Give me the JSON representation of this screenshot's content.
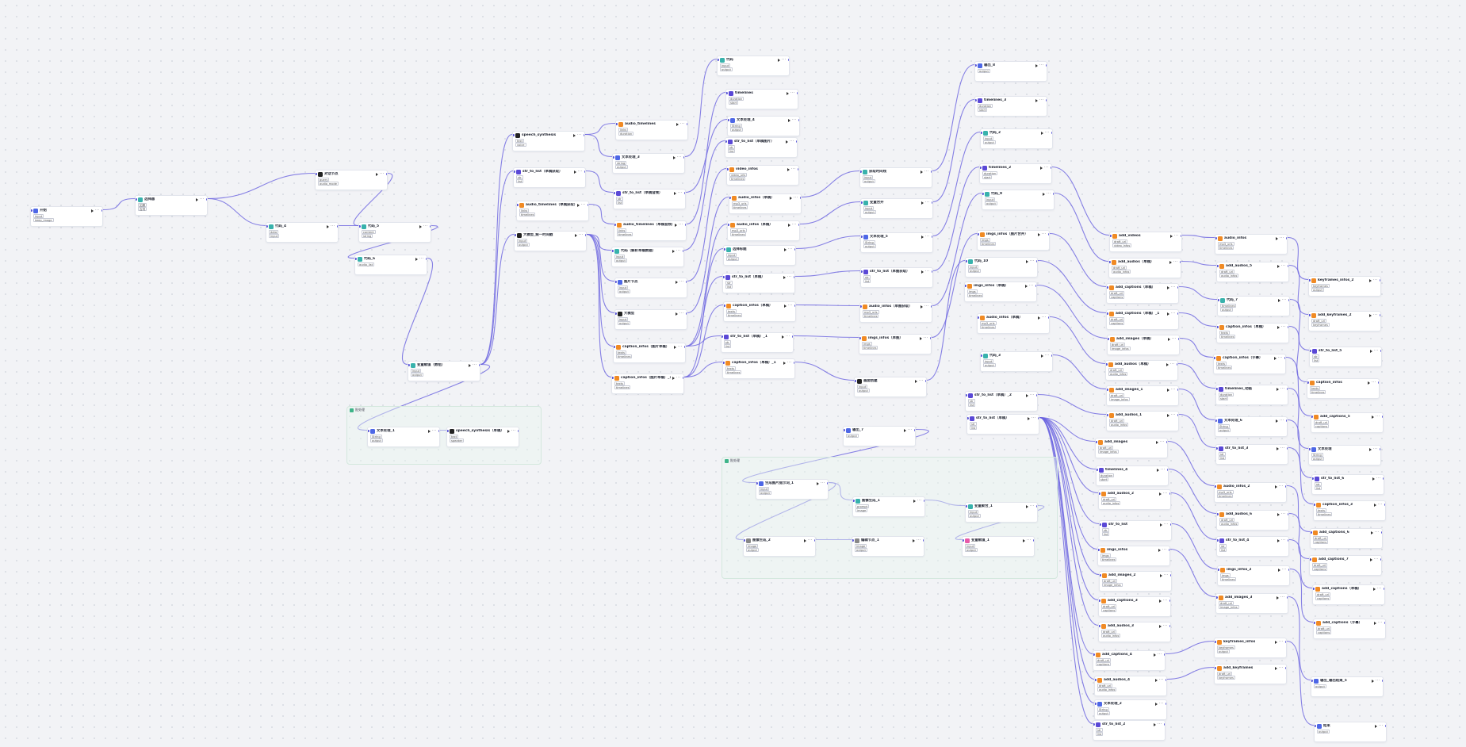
{
  "canvas": {
    "title": "workflow canvas"
  },
  "groups": [
    {
      "label": "批处理"
    },
    {
      "label": "批处理"
    }
  ],
  "nodes": [
    {
      "title": "开始",
      "icon": "blue",
      "rows": [
        "input",
        "keep_image"
      ]
    },
    {
      "title": "选择器",
      "icon": "teal",
      "rows": [
        "如果",
        "否则"
      ]
    },
    {
      "title": "对话节点",
      "icon": "black",
      "rows": [
        "query",
        "audio_mode"
      ]
    },
    {
      "title": "代码_4",
      "icon": "teal",
      "rows": [
        "data",
        "input"
      ]
    },
    {
      "title": "代码_5",
      "icon": "teal",
      "rows": [
        "content",
        "string"
      ]
    },
    {
      "title": "代码_6",
      "icon": "teal",
      "rows": [
        "audio_list"
      ]
    },
    {
      "title": "变量赋值（数组）",
      "icon": "teal",
      "rows": [
        "input",
        "output"
      ]
    },
    {
      "title": "文本处理_1",
      "icon": "blue",
      "rows": [
        "String",
        "output"
      ]
    },
    {
      "title": "speech_synthesis",
      "icon": "black",
      "rows": [
        "text",
        "voice"
      ]
    },
    {
      "title": "speech_synthesis（草稿）",
      "icon": "black",
      "rows": [
        "text",
        "speaker"
      ]
    },
    {
      "title": "str_to_list（草稿获取）",
      "icon": "indigo",
      "rows": [
        "str",
        "list"
      ]
    },
    {
      "title": "audio_timelines（草稿获取）",
      "icon": "orange",
      "rows": [
        "links",
        "timelines"
      ]
    },
    {
      "title": "大模型_统一时间戳",
      "icon": "black",
      "rows": [
        "input",
        "output"
      ]
    },
    {
      "title": "audio_timelines",
      "icon": "orange",
      "rows": [
        "links",
        "duration"
      ]
    },
    {
      "title": "文本处理_3",
      "icon": "blue",
      "rows": [
        "string",
        "output"
      ]
    },
    {
      "title": "str_to_list（草稿音频）",
      "icon": "indigo",
      "rows": [
        "str",
        "list"
      ]
    },
    {
      "title": "audio_timelines（草稿音频）",
      "icon": "orange",
      "rows": [
        "links",
        "timelines"
      ]
    },
    {
      "title": "代码（解析草稿数据）",
      "icon": "teal",
      "rows": [
        "input",
        "output"
      ]
    },
    {
      "title": "图片节点",
      "icon": "blue",
      "rows": [
        "input",
        "output"
      ]
    },
    {
      "title": "大模型",
      "icon": "black",
      "rows": [
        "input",
        "output"
      ]
    },
    {
      "title": "caption_infos（图片草稿）",
      "icon": "orange",
      "rows": [
        "texts",
        "timelines"
      ]
    },
    {
      "title": "caption_infos（图片草稿）_1",
      "icon": "orange",
      "rows": [
        "texts",
        "timelines"
      ]
    },
    {
      "title": "代码",
      "icon": "teal",
      "rows": [
        "input",
        "output"
      ]
    },
    {
      "title": "timelines",
      "icon": "indigo",
      "rows": [
        "duration",
        "start"
      ]
    },
    {
      "title": "文本处理_4",
      "icon": "blue",
      "rows": [
        "String",
        "output"
      ]
    },
    {
      "title": "str_to_list（草稿图片）",
      "icon": "indigo",
      "rows": [
        "str",
        "list"
      ]
    },
    {
      "title": "video_infos",
      "icon": "orange",
      "rows": [
        "video_urls",
        "timelines"
      ]
    },
    {
      "title": "audio_infos（草稿）",
      "icon": "orange",
      "rows": [
        "mp3_urls",
        "timelines"
      ]
    },
    {
      "title": "audio_infos（草稿）",
      "icon": "orange",
      "rows": [
        "mp3_urls",
        "timelines"
      ]
    },
    {
      "title": "选择标题",
      "icon": "teal",
      "rows": [
        "input",
        "output"
      ]
    },
    {
      "title": "str_to_list（草稿）",
      "icon": "indigo",
      "rows": [
        "str",
        "list"
      ]
    },
    {
      "title": "caption_infos（草稿）",
      "icon": "orange",
      "rows": [
        "texts",
        "timelines"
      ]
    },
    {
      "title": "str_to_list（草稿）_1",
      "icon": "indigo",
      "rows": [
        "str",
        "list"
      ]
    },
    {
      "title": "caption_infos（草稿）_1",
      "icon": "orange",
      "rows": [
        "texts",
        "timelines"
      ]
    },
    {
      "title": "获取时间线",
      "icon": "teal",
      "rows": [
        "input",
        "output"
      ]
    },
    {
      "title": "变量合并",
      "icon": "teal",
      "rows": [
        "input",
        "output"
      ]
    },
    {
      "title": "文本处理_5",
      "icon": "blue",
      "rows": [
        "String",
        "output"
      ]
    },
    {
      "title": "str_to_list（草图获取）",
      "icon": "indigo",
      "rows": [
        "str",
        "list"
      ]
    },
    {
      "title": "audio_infos（草图获取）",
      "icon": "orange",
      "rows": [
        "mp3_urls",
        "timelines"
      ]
    },
    {
      "title": "imgs_infos（草图）",
      "icon": "orange",
      "rows": [
        "imgs",
        "timelines"
      ]
    },
    {
      "title": "画面创建",
      "icon": "black",
      "rows": [
        "input",
        "output"
      ]
    },
    {
      "title": "输出_7",
      "icon": "blue",
      "rows": [
        "output"
      ]
    },
    {
      "title": "输出_8",
      "icon": "blue",
      "rows": [
        "output"
      ]
    },
    {
      "title": "timelines_3",
      "icon": "indigo",
      "rows": [
        "duration",
        "start"
      ]
    },
    {
      "title": "代码_2",
      "icon": "teal",
      "rows": [
        "input",
        "output"
      ]
    },
    {
      "title": "timelines_2",
      "icon": "indigo",
      "rows": [
        "duration",
        "start"
      ]
    },
    {
      "title": "代码_9",
      "icon": "teal",
      "rows": [
        "input",
        "output"
      ]
    },
    {
      "title": "imgs_infos（图片合并）",
      "icon": "orange",
      "rows": [
        "imgs",
        "timelines"
      ]
    },
    {
      "title": "代码_10",
      "icon": "teal",
      "rows": [
        "input",
        "output"
      ]
    },
    {
      "title": "imgs_infos（草稿）",
      "icon": "orange",
      "rows": [
        "imgs",
        "timelines"
      ]
    },
    {
      "title": "audio_infos（草稿）",
      "icon": "orange",
      "rows": [
        "mp3_urls",
        "timelines"
      ]
    },
    {
      "title": "代码_3",
      "icon": "teal",
      "rows": [
        "input",
        "output"
      ]
    },
    {
      "title": "str_to_list（草稿）_2",
      "icon": "indigo",
      "rows": [
        "str",
        "list"
      ]
    },
    {
      "title": "str_to_list（草稿）",
      "icon": "indigo",
      "rows": [
        "str",
        "list"
      ]
    },
    {
      "title": "add_videos",
      "icon": "orange",
      "rows": [
        "draft_url",
        "video_infos"
      ]
    },
    {
      "title": "add_audios（草稿）",
      "icon": "orange",
      "rows": [
        "draft_url",
        "audio_infos"
      ]
    },
    {
      "title": "add_captions（草稿）",
      "icon": "orange",
      "rows": [
        "draft_url",
        "captions"
      ]
    },
    {
      "title": "add_captions（草稿）_1",
      "icon": "orange",
      "rows": [
        "draft_url",
        "captions"
      ]
    },
    {
      "title": "add_images（草稿）",
      "icon": "orange",
      "rows": [
        "draft_url",
        "image_infos"
      ]
    },
    {
      "title": "add_audios（草稿）",
      "icon": "orange",
      "rows": [
        "draft_url",
        "audio_infos"
      ]
    },
    {
      "title": "add_images_1",
      "icon": "orange",
      "rows": [
        "draft_url",
        "image_infos"
      ]
    },
    {
      "title": "add_audios_1",
      "icon": "orange",
      "rows": [
        "draft_url",
        "audio_infos"
      ]
    },
    {
      "title": "add_images",
      "icon": "orange",
      "rows": [
        "draft_url",
        "image_infos"
      ]
    },
    {
      "title": "timelines_4",
      "icon": "indigo",
      "rows": [
        "duration",
        "start"
      ]
    },
    {
      "title": "add_audios_2",
      "icon": "orange",
      "rows": [
        "draft_url",
        "audio_infos"
      ]
    },
    {
      "title": "str_to_list",
      "icon": "indigo",
      "rows": [
        "str",
        "list"
      ]
    },
    {
      "title": "imgs_infos",
      "icon": "orange",
      "rows": [
        "imgs",
        "timelines"
      ]
    },
    {
      "title": "add_images_2",
      "icon": "orange",
      "rows": [
        "draft_url",
        "image_infos"
      ]
    },
    {
      "title": "add_captions_3",
      "icon": "orange",
      "rows": [
        "draft_url",
        "captions"
      ]
    },
    {
      "title": "add_audios_3",
      "icon": "orange",
      "rows": [
        "draft_url",
        "audio_infos"
      ]
    },
    {
      "title": "add_captions_4",
      "icon": "orange",
      "rows": [
        "draft_url",
        "captions"
      ]
    },
    {
      "title": "add_audios_4",
      "icon": "orange",
      "rows": [
        "draft_url",
        "audio_infos"
      ]
    },
    {
      "title": "文本处理_2",
      "icon": "blue",
      "rows": [
        "String",
        "output"
      ]
    },
    {
      "title": "str_to_list_2",
      "icon": "indigo",
      "rows": [
        "str",
        "list"
      ]
    },
    {
      "title": "audio_infos",
      "icon": "orange",
      "rows": [
        "mp3_urls",
        "timelines"
      ]
    },
    {
      "title": "add_audios_5",
      "icon": "orange",
      "rows": [
        "draft_url",
        "audio_infos"
      ]
    },
    {
      "title": "代码_7",
      "icon": "teal",
      "rows": [
        "timelines",
        "output"
      ]
    },
    {
      "title": "caption_infos（草稿）",
      "icon": "orange",
      "rows": [
        "texts",
        "timelines"
      ]
    },
    {
      "title": "caption_infos（字幕）",
      "icon": "orange",
      "rows": [
        "texts",
        "timelines"
      ]
    },
    {
      "title": "timelines_动画",
      "icon": "indigo",
      "rows": [
        "duration",
        "start"
      ]
    },
    {
      "title": "文本处理_6",
      "icon": "blue",
      "rows": [
        "String",
        "output"
      ]
    },
    {
      "title": "str_to_list_3",
      "icon": "indigo",
      "rows": [
        "str",
        "list"
      ]
    },
    {
      "title": "audio_infos_2",
      "icon": "orange",
      "rows": [
        "mp3_urls",
        "timelines"
      ]
    },
    {
      "title": "add_audios_6",
      "icon": "orange",
      "rows": [
        "draft_url",
        "audio_infos"
      ]
    },
    {
      "title": "str_to_list_4",
      "icon": "indigo",
      "rows": [
        "str",
        "list"
      ]
    },
    {
      "title": "imgs_infos_2",
      "icon": "orange",
      "rows": [
        "imgs",
        "timelines"
      ]
    },
    {
      "title": "add_images_3",
      "icon": "orange",
      "rows": [
        "draft_url",
        "image_infos"
      ]
    },
    {
      "title": "keyframes_infos",
      "icon": "orange",
      "rows": [
        "keyframes",
        "output"
      ]
    },
    {
      "title": "add_keyframes",
      "icon": "orange",
      "rows": [
        "draft_url",
        "keyframes"
      ]
    },
    {
      "title": "keyframes_infos_2",
      "icon": "orange",
      "rows": [
        "keyframes",
        "output"
      ]
    },
    {
      "title": "add_keyframes_2",
      "icon": "orange",
      "rows": [
        "draft_url",
        "keyframes"
      ]
    },
    {
      "title": "str_to_list_5",
      "icon": "indigo",
      "rows": [
        "str",
        "list"
      ]
    },
    {
      "title": "caption_infos",
      "icon": "orange",
      "rows": [
        "texts",
        "timelines"
      ]
    },
    {
      "title": "add_captions_5",
      "icon": "orange",
      "rows": [
        "draft_url",
        "captions"
      ]
    },
    {
      "title": "文本处理",
      "icon": "blue",
      "rows": [
        "String",
        "output"
      ]
    },
    {
      "title": "str_to_list_6",
      "icon": "indigo",
      "rows": [
        "str",
        "list"
      ]
    },
    {
      "title": "caption_infos_3",
      "icon": "orange",
      "rows": [
        "texts",
        "timelines"
      ]
    },
    {
      "title": "add_captions_6",
      "icon": "orange",
      "rows": [
        "draft_url",
        "captions"
      ]
    },
    {
      "title": "add_captions_7",
      "icon": "orange",
      "rows": [
        "draft_url",
        "captions"
      ]
    },
    {
      "title": "add_captions（草稿）",
      "icon": "orange",
      "rows": [
        "draft_url",
        "captions"
      ]
    },
    {
      "title": "add_captions（字幕）",
      "icon": "orange",
      "rows": [
        "draft_url",
        "captions"
      ]
    },
    {
      "title": "输出_输出结果_5",
      "icon": "blue",
      "rows": [
        "output"
      ]
    },
    {
      "title": "结束",
      "icon": "blue",
      "rows": [
        "output"
      ]
    },
    {
      "title": "生成图片提示词_1",
      "icon": "blue",
      "rows": [
        "input",
        "output"
      ]
    },
    {
      "title": "图像生成_1",
      "icon": "teal",
      "rows": [
        "prompt",
        "image"
      ]
    },
    {
      "title": "图像生成_2",
      "icon": "gray",
      "rows": [
        "image",
        "output"
      ]
    },
    {
      "title": "变量聚合_1",
      "icon": "teal",
      "rows": [
        "input",
        "output"
      ]
    },
    {
      "title": "编辑节点_1",
      "icon": "gray",
      "rows": [
        "image",
        "output"
      ]
    },
    {
      "title": "变量赋值_1",
      "icon": "pink",
      "rows": [
        "input",
        "output"
      ]
    }
  ]
}
